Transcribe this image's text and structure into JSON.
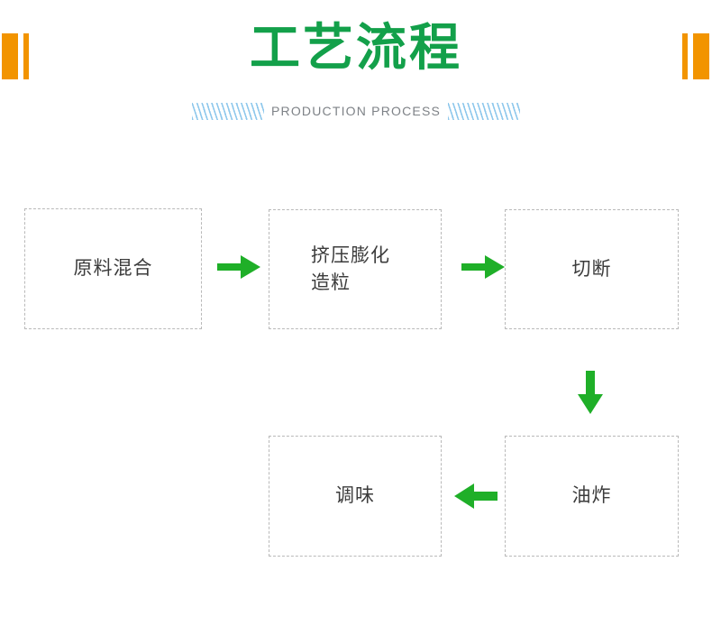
{
  "header": {
    "title": "工艺流程",
    "subtitle": "PRODUCTION PROCESS",
    "title_color": "#13A04A",
    "subtitle_color": "#7E8287",
    "decoration_color": "#F29400",
    "hatch_color": "#8FC8EC",
    "decorations": [
      {
        "name": "left-wide-bar"
      },
      {
        "name": "left-thin-bar"
      },
      {
        "name": "right-thin-bar"
      },
      {
        "name": "right-wide-bar"
      }
    ]
  },
  "diagram": {
    "type": "flowchart",
    "arrow_color": "#1FAF28",
    "box_border_color": "#B9B9B9",
    "box_border_style": "dashed",
    "box_text_color": "#3C3C3C",
    "nodes": [
      {
        "id": "mixing",
        "label": "原料混合",
        "row": 1,
        "order": 1,
        "align": "center"
      },
      {
        "id": "extrusion",
        "label": "挤压膨化\n造粒",
        "line1": "挤压膨化",
        "line2": "造粒",
        "row": 1,
        "order": 2,
        "align": "left"
      },
      {
        "id": "cutting",
        "label": "切断",
        "row": 1,
        "order": 3,
        "align": "center"
      },
      {
        "id": "frying",
        "label": "油炸",
        "row": 2,
        "order": 1,
        "align": "center"
      },
      {
        "id": "seasoning",
        "label": "调味",
        "row": 2,
        "order": 2,
        "align": "center"
      }
    ],
    "edges": [
      {
        "from": "mixing",
        "to": "extrusion",
        "direction": "right"
      },
      {
        "from": "extrusion",
        "to": "cutting",
        "direction": "right"
      },
      {
        "from": "cutting",
        "to": "frying",
        "direction": "down"
      },
      {
        "from": "frying",
        "to": "seasoning",
        "direction": "left"
      }
    ]
  }
}
